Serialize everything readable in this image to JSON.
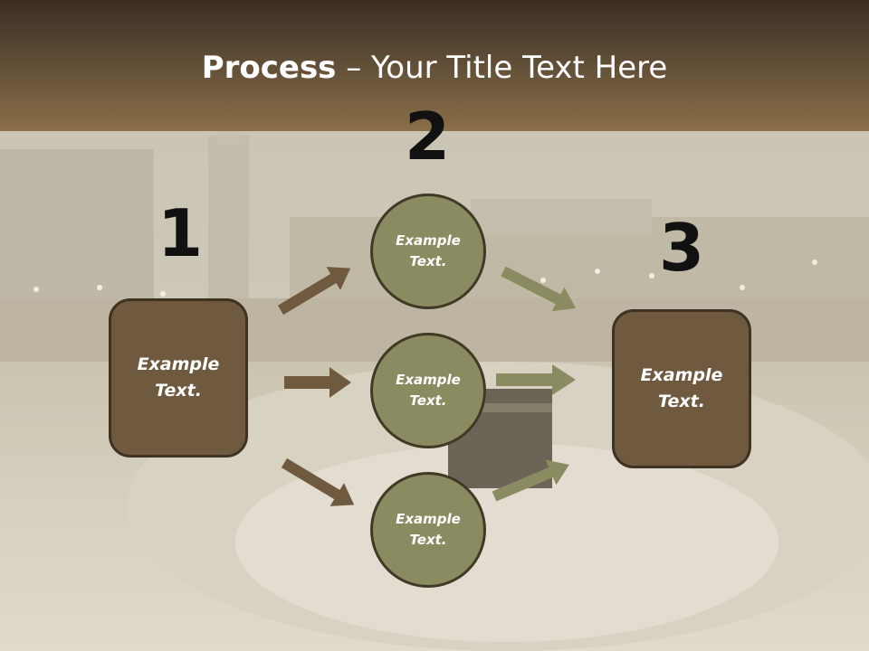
{
  "header": {
    "title_bold": "Process",
    "title_rest": " – Your Title Text Here"
  },
  "steps": {
    "one": "1",
    "two": "2",
    "three": "3"
  },
  "boxes": {
    "left": "Example Text.",
    "right": "Example Text."
  },
  "circles": {
    "top": "Example Text.",
    "middle": "Example Text.",
    "bottom": "Example Text."
  },
  "colors": {
    "box_fill": "#6f5a3f",
    "circle_fill": "#8a8b60",
    "arrow_brown": "#6f5a3f",
    "arrow_olive": "#8a8b60"
  }
}
